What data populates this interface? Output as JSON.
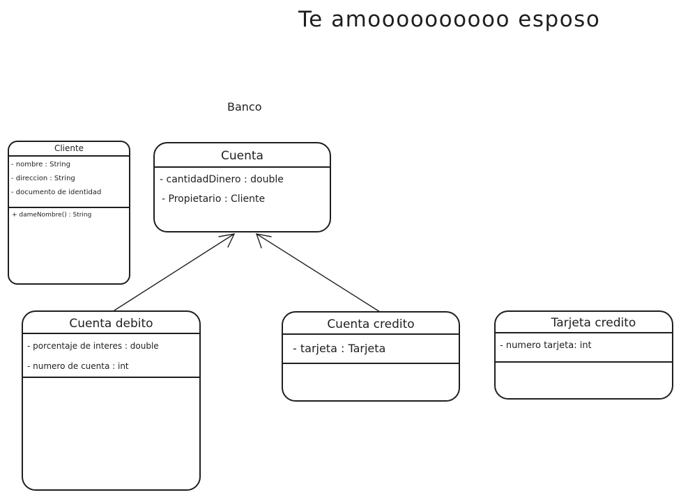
{
  "title": "Te amoooooooooo esposo",
  "package_label": "Banco",
  "classes": {
    "cliente": {
      "name": "Cliente",
      "attributes": [
        "- nombre : String",
        "- direccion : String",
        "- documento de identidad"
      ],
      "methods": [
        "+ dameNombre() : String"
      ]
    },
    "cuenta": {
      "name": "Cuenta",
      "attributes": [
        "- cantidadDinero : double",
        "- Propietario : Cliente"
      ]
    },
    "cuenta_debito": {
      "name": "Cuenta debito",
      "attributes": [
        "- porcentaje de interes : double",
        "- numero de cuenta : int"
      ]
    },
    "cuenta_credito": {
      "name": "Cuenta credito",
      "attributes": [
        "- tarjeta : Tarjeta"
      ]
    },
    "tarjeta_credito": {
      "name": "Tarjeta credito",
      "attributes": [
        "- numero tarjeta: int"
      ]
    }
  }
}
